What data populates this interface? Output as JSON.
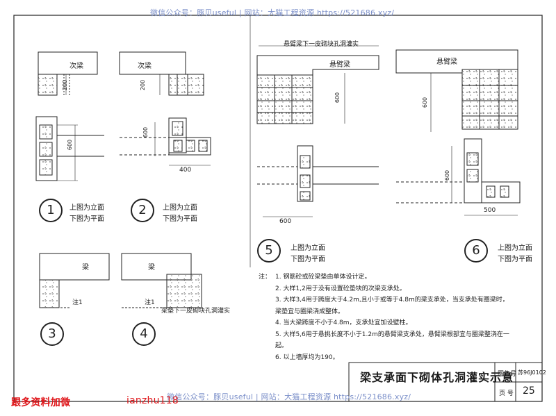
{
  "watermark": {
    "top": "微信公众号：豚贝useful | 网站：大猫工程资源 https://521686.xyz/",
    "bottom": "微信公众号：豚贝useful | 网站：大猫工程资源 https://521686.xyz/",
    "left_red": "跟多资料加微",
    "right_red": "ianzhu118"
  },
  "details": {
    "d1": {
      "number": "1",
      "beam_label": "次梁",
      "dim_vertical": "200",
      "dim_plan": "600",
      "caption_line1": "上图为立面",
      "caption_line2": "下图为平面"
    },
    "d2": {
      "number": "2",
      "beam_label": "次梁",
      "dim_vertical": "200",
      "dim_plan_v": "600",
      "dim_plan_h": "400",
      "caption_line1": "上图为立面",
      "caption_line2": "下图为平面"
    },
    "d3": {
      "number": "3",
      "beam_label": "梁",
      "note": "注1"
    },
    "d4": {
      "number": "4",
      "beam_label": "梁",
      "note": "注1",
      "pad_label": "梁垫下一皮砌块孔洞灌实"
    },
    "d5": {
      "number": "5",
      "beam_label": "悬臂梁",
      "top_label": "悬臂梁下一皮砌块孔洞灌实",
      "dim_vertical": "600",
      "dim_plan": "600",
      "caption_line1": "上图为立面",
      "caption_line2": "下图为平面"
    },
    "d6": {
      "number": "6",
      "beam_label": "悬臂梁",
      "dim_vertical": "600",
      "dim_plan_v": "600",
      "dim_plan_h": "500",
      "caption_line1": "上图为立面",
      "caption_line2": "下图为平面"
    }
  },
  "notes": {
    "label": "注：",
    "items": [
      "1. 钢筋砼或砼梁垫由单体设计定。",
      "2. 大样1,2用于没有设置砼垫块的次梁支承处。",
      "3. 大样3,4用于跨度大于4.2m,且小于或等于4.8m的梁支承处，当支承处有圈梁时，梁垫宜与圈梁浇成整体。",
      "4. 当大梁跨度不小于4.8m，支承处宜加设壁柱。",
      "5. 大样5,6用于悬挑长度不小于1.2m的悬臂梁支承处，悬臂梁根部宜与圈梁整浇在一起。",
      "6. 以上墙厚均为190。"
    ]
  },
  "title_block": {
    "title": "梁支承面下砌体孔洞灌实示意",
    "atlas_label": "图集号",
    "atlas_value": "苏96J0102",
    "page_label": "页 号",
    "page_value": "25"
  },
  "colors": {
    "line": "#222222",
    "watermark_blue": "#7b8fc9",
    "watermark_red": "#e0161a"
  }
}
